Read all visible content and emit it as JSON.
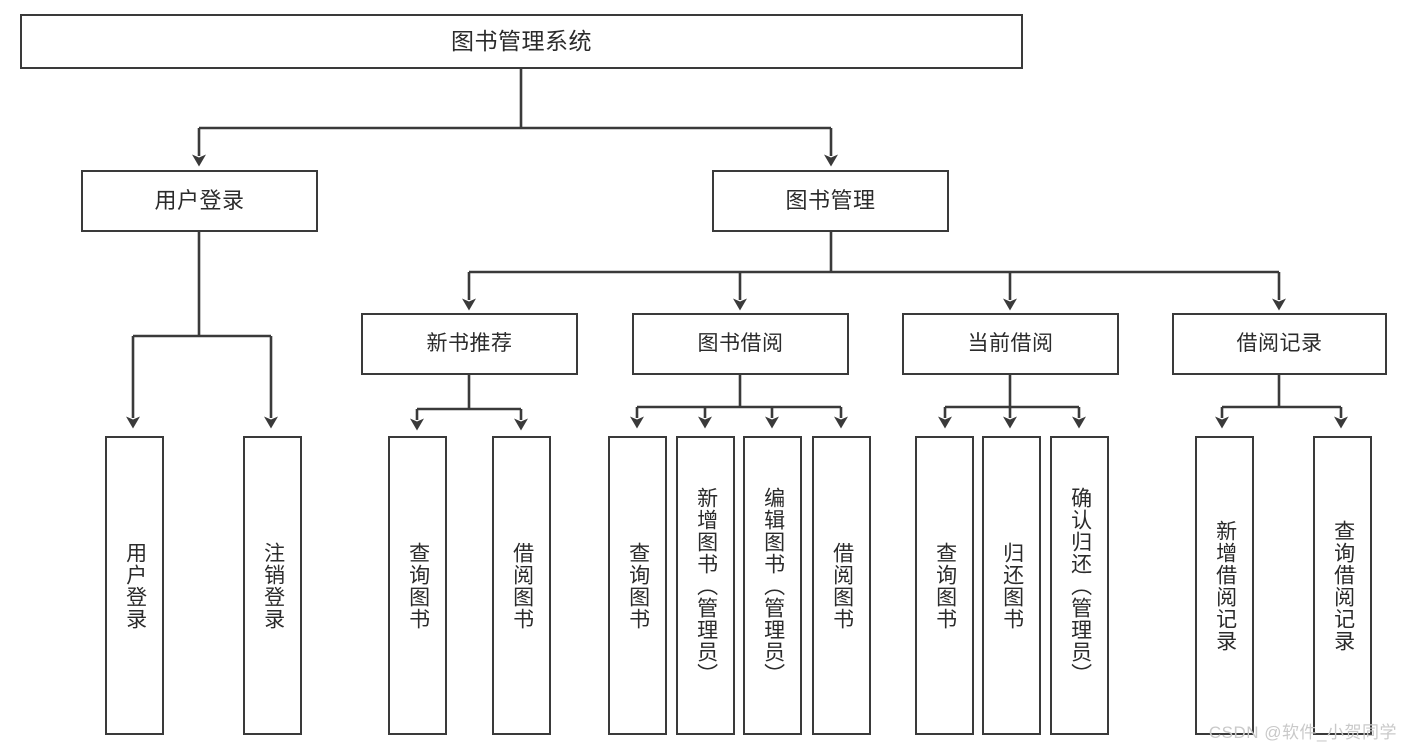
{
  "diagram": {
    "title": "图书管理系统",
    "type": "tree-hierarchy-diagram",
    "colors": {
      "box_border": "#3a3a3a",
      "box_fill": "#ffffff",
      "connector": "#3a3a3a",
      "text": "#2b2b2b",
      "watermark": "#c9c9c9",
      "background": "#ffffff"
    }
  },
  "root": {
    "label": "图书管理系统"
  },
  "level1": [
    {
      "id": "user-login",
      "label": "用户登录"
    },
    {
      "id": "book-management",
      "label": "图书管理"
    }
  ],
  "level2": [
    {
      "id": "new-book-recommend",
      "label": "新书推荐"
    },
    {
      "id": "book-borrow",
      "label": "图书借阅"
    },
    {
      "id": "current-borrow",
      "label": "当前借阅"
    },
    {
      "id": "borrow-record",
      "label": "借阅记录"
    }
  ],
  "leaves": {
    "user_login": [
      {
        "id": "leaf-user-login",
        "label": "用户登录"
      },
      {
        "id": "leaf-logout-login",
        "label": "注销登录"
      }
    ],
    "new_book_recommend": [
      {
        "id": "leaf-query-book-1",
        "label": "查询图书"
      },
      {
        "id": "leaf-borrow-book-1",
        "label": "借阅图书"
      }
    ],
    "book_borrow": [
      {
        "id": "leaf-query-book-2",
        "label": "查询图书"
      },
      {
        "id": "leaf-add-book-admin",
        "label": "新增图书（管理员）"
      },
      {
        "id": "leaf-edit-book-admin",
        "label": "编辑图书（管理员）"
      },
      {
        "id": "leaf-borrow-book-2",
        "label": "借阅图书"
      }
    ],
    "current_borrow": [
      {
        "id": "leaf-query-book-3",
        "label": "查询图书"
      },
      {
        "id": "leaf-return-book",
        "label": "归还图书"
      },
      {
        "id": "leaf-confirm-return-admin",
        "label": "确认归还（管理员）"
      }
    ],
    "borrow_record": [
      {
        "id": "leaf-add-borrow-record",
        "label": "新增借阅记录"
      },
      {
        "id": "leaf-query-borrow-record",
        "label": "查询借阅记录"
      }
    ]
  },
  "watermark": {
    "text": "CSDN @软件_小贺同学"
  }
}
